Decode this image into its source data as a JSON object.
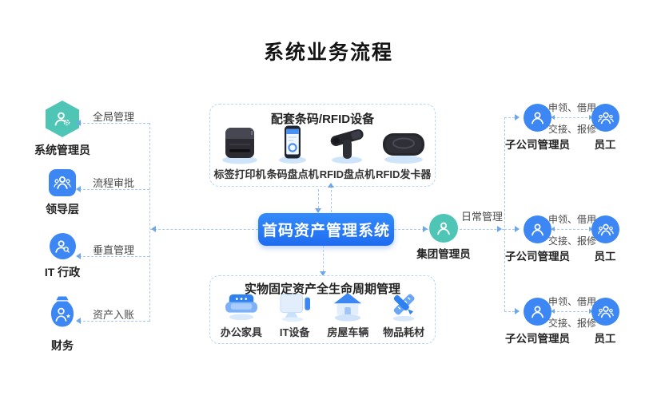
{
  "page": {
    "title": "系统业务流程"
  },
  "colors": {
    "primary_blue": "#2b7bf3",
    "icon_blue": "#3d87f5",
    "teal": "#4fc6b5",
    "dashed_line": "#a7c9ef",
    "text": "#333333"
  },
  "center_system": {
    "label": "首码资产管理系统"
  },
  "left_roles": [
    {
      "name": "系统管理员",
      "relation": "全局管理",
      "icon": "admin-gear-icon"
    },
    {
      "name": "领导层",
      "relation": "流程审批",
      "icon": "leadership-group-icon"
    },
    {
      "name": "IT 行政",
      "relation": "垂直管理",
      "icon": "person-search-icon"
    },
    {
      "name": "财务",
      "relation": "资产入账",
      "icon": "money-bag-icon"
    }
  ],
  "devices_box": {
    "title": "配套条码/RFID设备",
    "items": [
      {
        "label": "标签打印机",
        "icon": "label-printer-image"
      },
      {
        "label": "条码盘点机",
        "icon": "barcode-phone-image"
      },
      {
        "label": "RFID盘点机",
        "icon": "rfid-handheld-image"
      },
      {
        "label": "RFID发卡器",
        "icon": "rfid-issuer-image"
      }
    ]
  },
  "lifecycle_box": {
    "title": "实物固定资产全生命周期管理",
    "items": [
      {
        "label": "办公家具",
        "icon": "sofa-icon"
      },
      {
        "label": "IT设备",
        "icon": "monitor-icon"
      },
      {
        "label": "房屋车辆",
        "icon": "house-icon"
      },
      {
        "label": "物品耗材",
        "icon": "ruler-pen-icon"
      }
    ]
  },
  "right_side": {
    "group_admin": {
      "name": "集团管理员",
      "relation": "日常管理",
      "icon": "group-admin-icon"
    },
    "branches": [
      {
        "admin": "子公司管理员",
        "staff": "员工",
        "link_top": "申领、借用",
        "link_bottom": "交接、报修"
      },
      {
        "admin": "子公司管理员",
        "staff": "员工",
        "link_top": "申领、借用",
        "link_bottom": "交接、报修"
      },
      {
        "admin": "子公司管理员",
        "staff": "员工",
        "link_top": "申领、借用",
        "link_bottom": "交接、报修"
      }
    ]
  }
}
